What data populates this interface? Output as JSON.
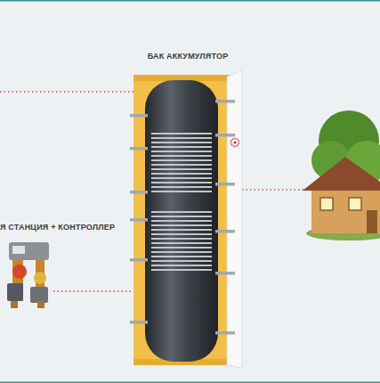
{
  "diagram": {
    "nodes": [
      {
        "text": [
          "БАК АККУМУЛЯТОР"
        ]
      },
      {
        "text": [
          "Я СТАНЦИЯ + КОНТРОЛЛЕР"
        ]
      }
    ],
    "edges": [
      {
        "from": 1,
        "to": 0,
        "arrow": "none"
      }
    ]
  }
}
